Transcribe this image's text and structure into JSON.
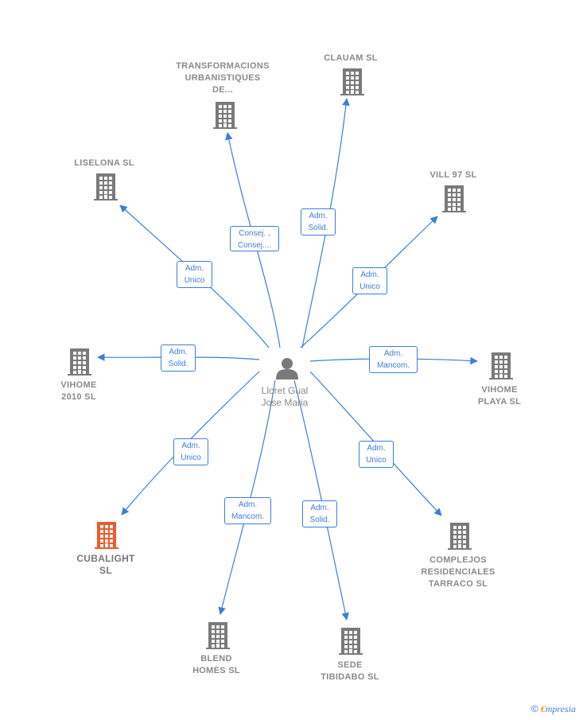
{
  "center": {
    "name": "Lloret Gual\nJose Maria",
    "icon": "person-icon"
  },
  "colors": {
    "edge": "#3d7ed8",
    "building": "#7a7a7a",
    "building_highlight": "#f05a2a"
  },
  "companies": [
    {
      "id": "transformacions",
      "name": "TRANSFORMACIONS\nURBANISTIQUES\nDE...",
      "role": "Consej. ,\nConsej....",
      "highlight": false
    },
    {
      "id": "clauam",
      "name": "CLAUAM SL",
      "role": "Adm.\nSolid.",
      "highlight": false
    },
    {
      "id": "liselona",
      "name": "LISELONA SL",
      "role": "Adm.\nUnico",
      "highlight": false
    },
    {
      "id": "vill97",
      "name": "VILL 97 SL",
      "role": "Adm.\nUnico",
      "highlight": false
    },
    {
      "id": "vihome2010",
      "name": "VIHOME\n2010 SL",
      "role": "Adm.\nSolid.",
      "highlight": false
    },
    {
      "id": "vihomeplaya",
      "name": "VIHOME\nPLAYA SL",
      "role": "Adm.\nMancom.",
      "highlight": false
    },
    {
      "id": "cubalight",
      "name": "CUBALIGHT\nSL",
      "role": "Adm.\nUnico",
      "highlight": true
    },
    {
      "id": "complejos",
      "name": "COMPLEJOS\nRESIDENCIALES\nTARRACO SL",
      "role": "Adm.\nUnico",
      "highlight": false
    },
    {
      "id": "blend",
      "name": "BLEND\nHOMES SL",
      "role": "Adm.\nMancom.",
      "highlight": false
    },
    {
      "id": "sede",
      "name": "SEDE\nTIBIDABO SL",
      "role": "Adm.\nSolid.",
      "highlight": false
    }
  ],
  "footer": {
    "copyright": "©",
    "brand_initial": "€",
    "brand_rest": "mpresia"
  }
}
